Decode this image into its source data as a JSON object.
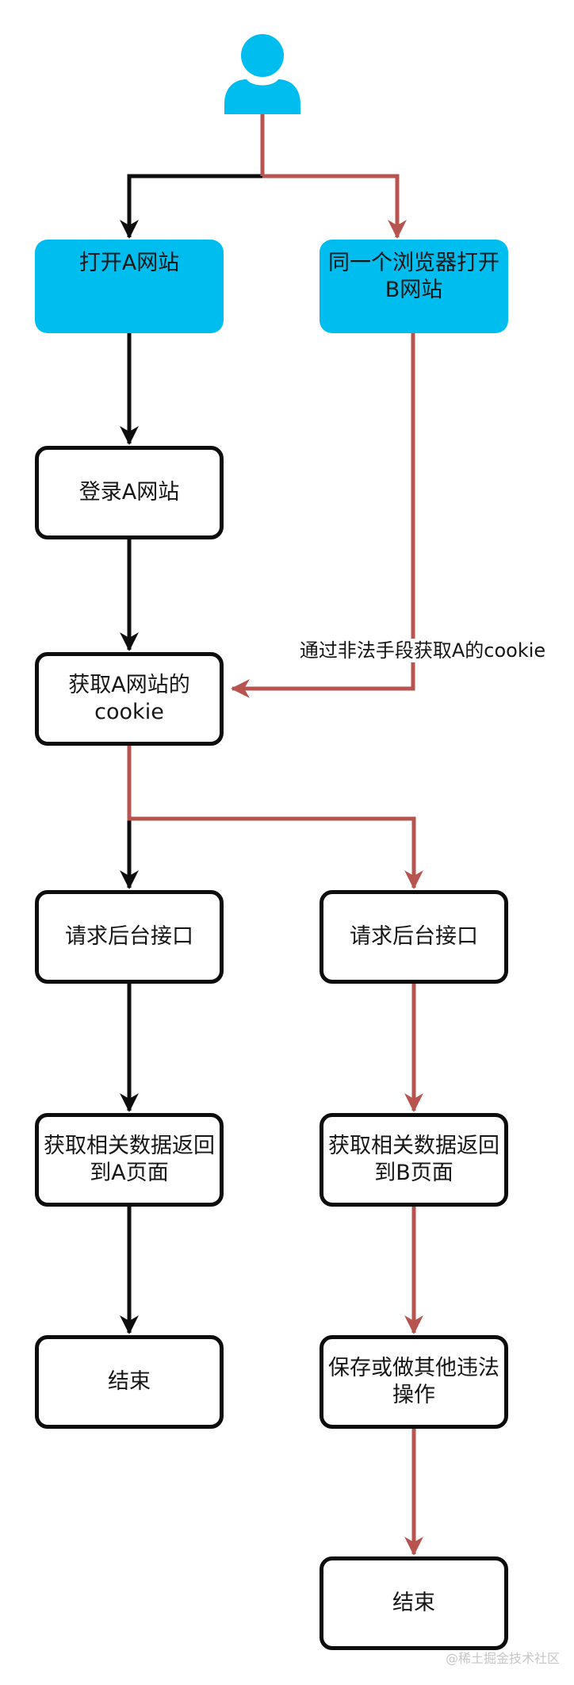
{
  "colors": {
    "node_cyan": "#00BDF0",
    "arrow_red": "#B85450",
    "arrow_black": "#0D0D0D",
    "border_black": "#0D0D0D",
    "text_color": "#161616",
    "watermark_gray": "#C6C6C6"
  },
  "nodes": {
    "open_a": "打开A网站",
    "open_b": "同一个浏览器打开B网站",
    "login_a": "登录A网站",
    "get_a_cookie": "获取A网站的cookie",
    "request_api_a": "请求后台接口",
    "request_api_b": "请求后台接口",
    "return_data_a": "获取相关数据返回到A页面",
    "return_data_b": "获取相关数据返回到B页面",
    "end_a": "结束",
    "save_illegal": "保存或做其他违法操作",
    "end_b": "结束"
  },
  "edge_label": "通过非法手段获取A的cookie",
  "watermark": "@稀土掘金技术社区"
}
